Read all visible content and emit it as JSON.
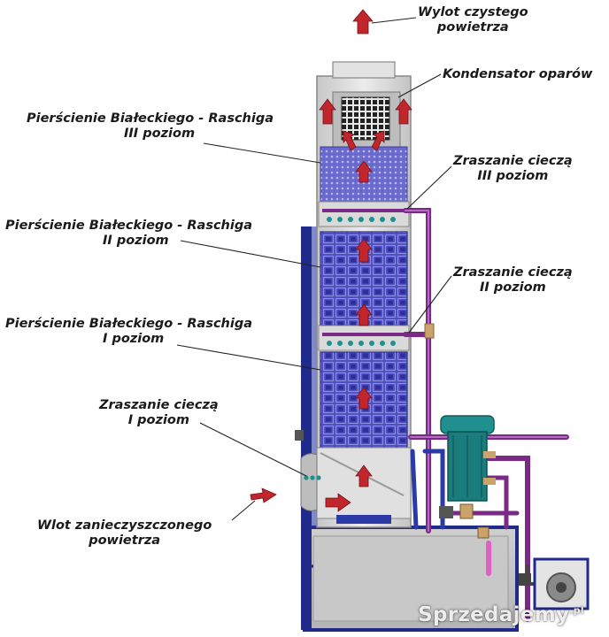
{
  "labels": {
    "outlet": [
      "Wylot czystego",
      "powietrza"
    ],
    "condenser": [
      "Kondensator oparów"
    ],
    "rings3": [
      "Pierścienie Białeckiego - Raschiga",
      "III poziom"
    ],
    "spray3": [
      "Zraszanie cieczą",
      "III poziom"
    ],
    "rings2": [
      "Pierścienie Białeckiego - Raschiga",
      "II poziom"
    ],
    "spray2": [
      "Zraszanie cieczą",
      "II poziom"
    ],
    "rings1": [
      "Pierścienie Białeckiego - Raschiga",
      "I poziom"
    ],
    "spray1": [
      "Zraszanie cieczą",
      "I poziom"
    ],
    "inlet": [
      "Wlot zanieczyszczonego",
      "powietrza"
    ]
  },
  "watermark": {
    "text": "Sprzedajemy",
    "suffix": ".pl"
  },
  "colors": {
    "frame": "#1f2a8a",
    "packing": "#4444b8",
    "packing_grid": "#9a9ae0",
    "tower": "#d9d9d9",
    "arrow": "#c0262c",
    "pipe": "#7a2a86",
    "teal": "#1f8f8f"
  }
}
